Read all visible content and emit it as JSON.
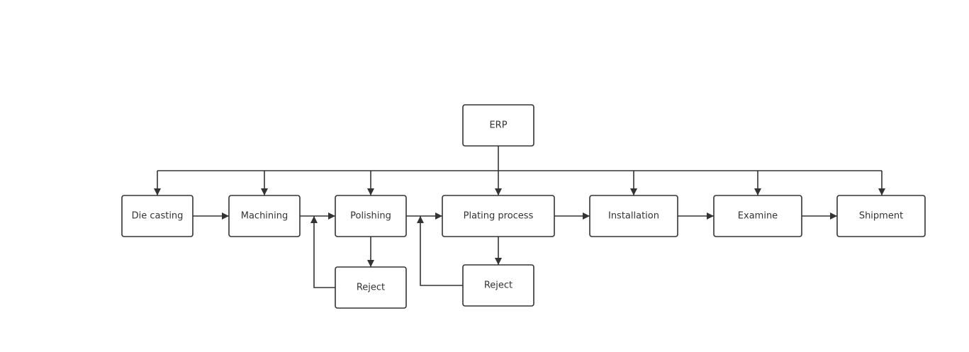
{
  "diagram": {
    "nodes": [
      {
        "id": "erp",
        "label": "ERP"
      },
      {
        "id": "die_casting",
        "label": "Die casting"
      },
      {
        "id": "machining",
        "label": "Machining"
      },
      {
        "id": "polishing",
        "label": "Polishing"
      },
      {
        "id": "plating_process",
        "label": "Plating process"
      },
      {
        "id": "installation",
        "label": "Installation"
      },
      {
        "id": "examine",
        "label": "Examine"
      },
      {
        "id": "shipment",
        "label": "Shipment"
      },
      {
        "id": "reject_1",
        "label": "Reject"
      },
      {
        "id": "reject_2",
        "label": "Reject"
      }
    ],
    "edges": [
      {
        "from": "erp",
        "to": "die_casting"
      },
      {
        "from": "erp",
        "to": "machining"
      },
      {
        "from": "erp",
        "to": "polishing"
      },
      {
        "from": "erp",
        "to": "plating_process"
      },
      {
        "from": "erp",
        "to": "installation"
      },
      {
        "from": "erp",
        "to": "examine"
      },
      {
        "from": "erp",
        "to": "shipment"
      },
      {
        "from": "die_casting",
        "to": "machining"
      },
      {
        "from": "machining",
        "to": "polishing"
      },
      {
        "from": "polishing",
        "to": "plating_process"
      },
      {
        "from": "plating_process",
        "to": "installation"
      },
      {
        "from": "installation",
        "to": "examine"
      },
      {
        "from": "examine",
        "to": "shipment"
      },
      {
        "from": "polishing",
        "to": "reject_1"
      },
      {
        "from": "reject_1",
        "to": "machining_polishing_link"
      },
      {
        "from": "plating_process",
        "to": "reject_2"
      },
      {
        "from": "reject_2",
        "to": "polishing_plating_link"
      }
    ]
  }
}
